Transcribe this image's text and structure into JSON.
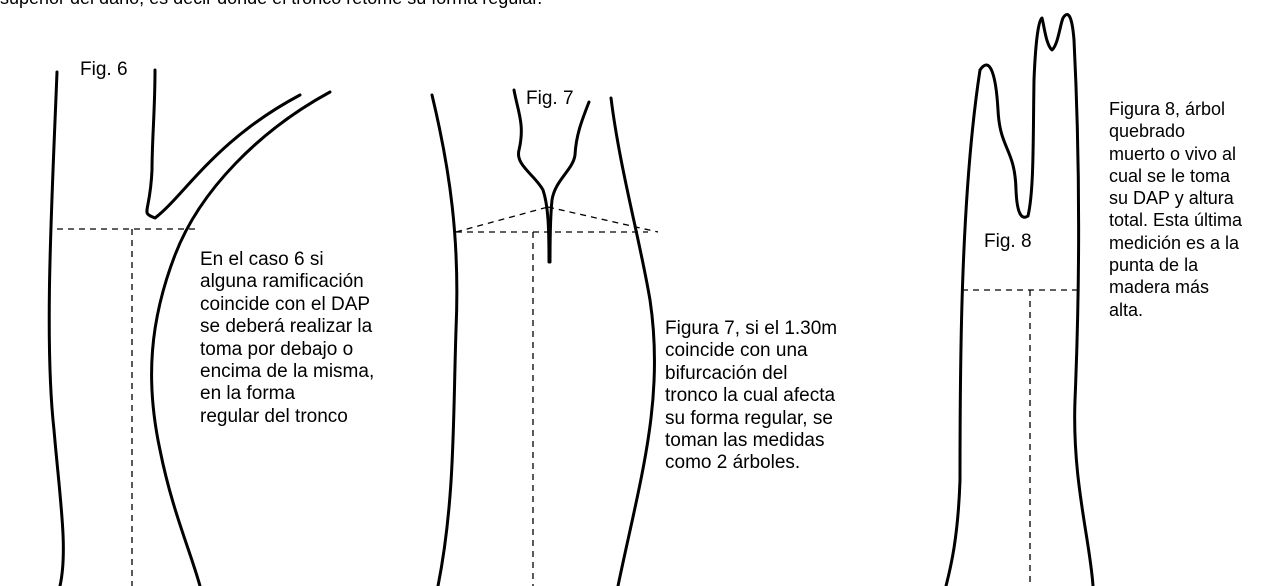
{
  "header": {
    "text": "superior del daño, es decir donde el tronco retome su forma regular."
  },
  "figures": {
    "fig6": {
      "label": "Fig. 6",
      "caption_lines": [
        "En el caso 6 si",
        "alguna ramificación",
        "coincide con el DAP",
        "se deberá realizar la",
        "toma por debajo o",
        "encima de la misma,",
        "en la forma",
        "regular del tronco"
      ]
    },
    "fig7": {
      "label": "Fig. 7",
      "caption_lines": [
        "Figura 7, si el 1.30m",
        "coincide con una",
        "bifurcación del",
        "tronco la cual afecta",
        "su forma regular, se",
        "toman las medidas",
        "como 2 árboles."
      ]
    },
    "fig8": {
      "label": "Fig. 8",
      "caption_lines": [
        "Figura 8, árbol",
        "quebrado",
        "muerto o vivo al",
        "cual se le toma",
        "su DAP y altura",
        "total. Esta última",
        "medición es a la",
        "punta de la",
        "madera más",
        "alta."
      ]
    }
  },
  "colors": {
    "ink": "#000000",
    "background": "#ffffff"
  }
}
